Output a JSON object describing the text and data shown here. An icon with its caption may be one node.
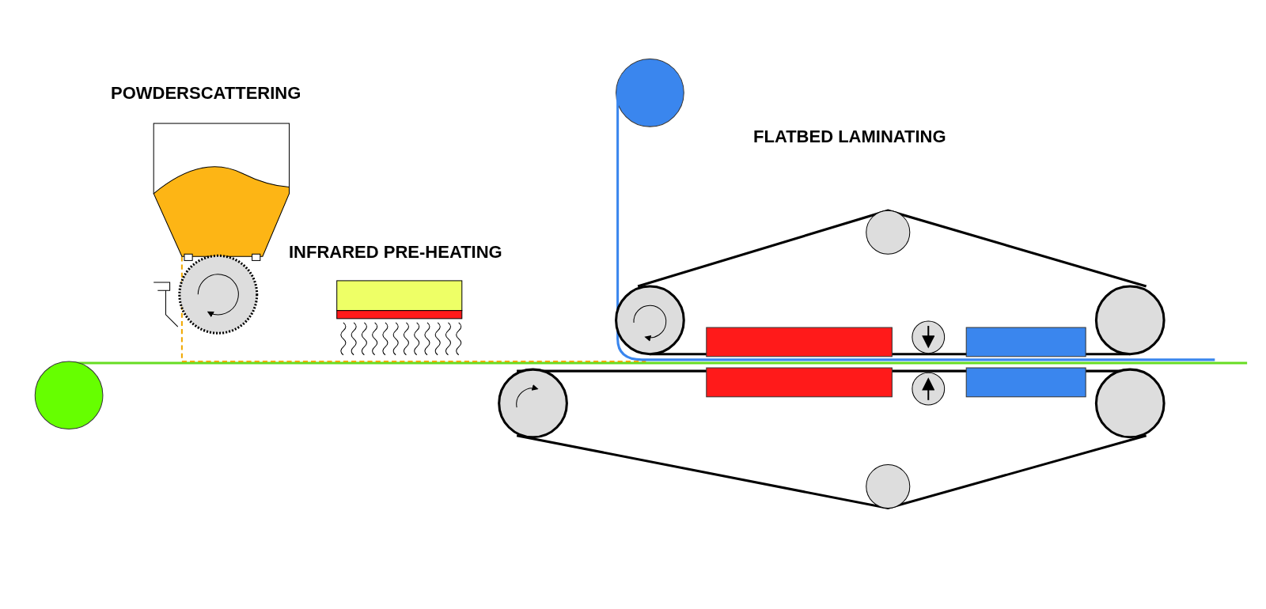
{
  "diagram": {
    "labels": [
      "POWDERSCATTERING",
      "INFRARED PRE-HEATING",
      "FLATBED LAMINATING"
    ]
  }
}
